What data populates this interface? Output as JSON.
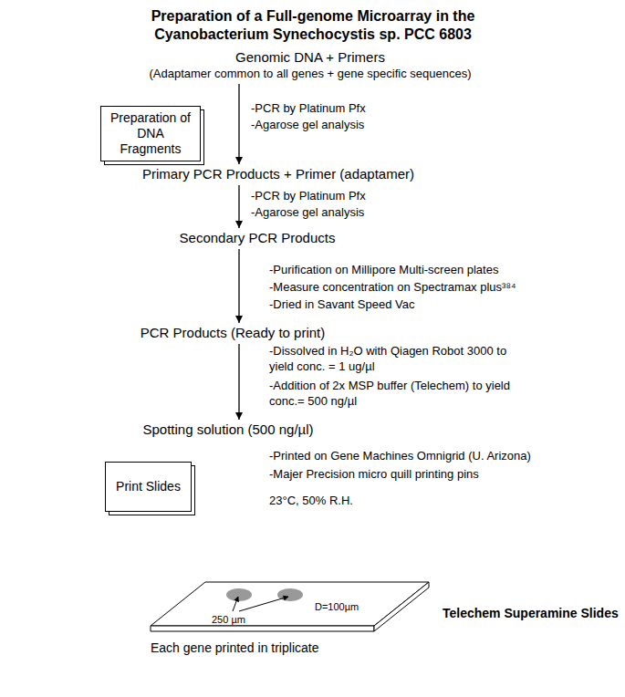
{
  "diagram": {
    "title": "Preparation of a Full-genome Microarray in the Cyanobacterium Synechocystis sp. PCC 6803",
    "nodes": [
      {
        "text": [
          "Genomic DNA + Primers",
          "(Adaptamer common to all genes + gene specific sequences)"
        ]
      },
      {
        "text": [
          "Preparation of DNA Fragments"
        ]
      },
      {
        "text": [
          "Primary PCR Products + Primer (adaptamer)"
        ]
      },
      {
        "text": [
          "Secondary PCR Products"
        ]
      },
      {
        "text": [
          "PCR Products (Ready to print)"
        ]
      },
      {
        "text": [
          "Spotting solution (500 ng/µl)"
        ]
      },
      {
        "text": [
          "Print Slides"
        ]
      }
    ],
    "edges": [
      {
        "from": 0,
        "to": 2,
        "arrow": "to"
      },
      {
        "from": 2,
        "to": 3,
        "arrow": "to"
      },
      {
        "from": 3,
        "to": 4,
        "arrow": "to"
      },
      {
        "from": 4,
        "to": 5,
        "arrow": "to"
      }
    ],
    "labels": [
      "-PCR by Platinum Pfx",
      "-Agarose gel analysis",
      "-PCR by Platinum Pfx",
      "-Agarose gel analysis",
      "-Purification on Millipore Multi-screen plates",
      "-Measure concentration  on Spectramax plus³⁸⁴",
      "-Dried in Savant Speed Vac",
      "-Dissolved in H₂O with Qiagen Robot 3000 to yield conc. = 1 ug/µl",
      "-Addition of 2x MSP buffer (Telechem) to yield conc.= 500 ng/µl",
      "-Printed on Gene Machines Omnigrid (U. Arizona)",
      "-Majer Precision micro quill printing pins",
      "23°C, 50% R.H.",
      "250 µm",
      "D=100µm",
      "Telechem Superamine Slides",
      "Each gene printed in triplicate"
    ]
  }
}
